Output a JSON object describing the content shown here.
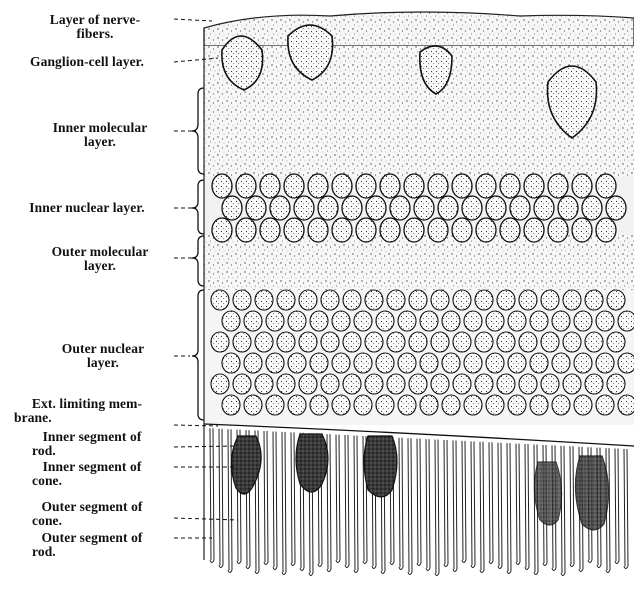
{
  "labels": {
    "nerve_fibers": [
      "Layer of nerve-",
      "fibers."
    ],
    "ganglion": [
      "Ganglion-cell layer."
    ],
    "inner_molecular": [
      "Inner molecular",
      "layer."
    ],
    "inner_nuclear": [
      "Inner nuclear layer."
    ],
    "outer_molecular": [
      "Outer molecular",
      "layer."
    ],
    "outer_nuclear": [
      "Outer nuclear",
      "layer."
    ],
    "ext_limiting": [
      "Ext. limiting mem-",
      "brane."
    ],
    "inner_seg_rod": [
      "Inner segment of",
      "rod."
    ],
    "inner_seg_cone": [
      "Inner segment of",
      "cone."
    ],
    "outer_seg_cone": [
      "Outer segment of",
      "cone."
    ],
    "outer_seg_rod": [
      "Outer segment of",
      "rod."
    ]
  },
  "colors": {
    "ink": "#111111",
    "tissue": "#f4f4f4",
    "stipple": "#3a3a3a"
  }
}
